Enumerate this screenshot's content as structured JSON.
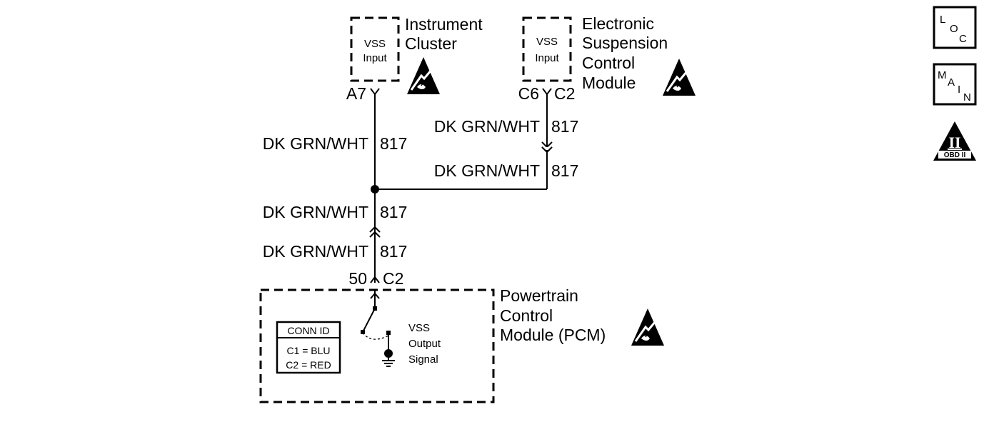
{
  "components": {
    "instrument_cluster": {
      "name_line1": "Instrument",
      "name_line2": "Cluster",
      "input_line1": "VSS",
      "input_line2": "Input"
    },
    "esc_module": {
      "name_line1": "Electronic",
      "name_line2": "Suspension",
      "name_line3": "Control",
      "name_line4": "Module",
      "input_line1": "VSS",
      "input_line2": "Input"
    },
    "pcm": {
      "name_line1": "Powertrain",
      "name_line2": "Control",
      "name_line3": "Module (PCM)",
      "output_line1": "VSS",
      "output_line2": "Output",
      "output_line3": "Signal"
    }
  },
  "connectors": {
    "cluster_pin": "A7",
    "esc_pin": "C6",
    "esc_conn": "C2",
    "pcm_pin": "50",
    "pcm_conn": "C2"
  },
  "wires": [
    {
      "color": "DK GRN/WHT",
      "circuit": "817"
    },
    {
      "color": "DK GRN/WHT",
      "circuit": "817"
    },
    {
      "color": "DK GRN/WHT",
      "circuit": "817"
    },
    {
      "color": "DK GRN/WHT",
      "circuit": "817"
    },
    {
      "color": "DK GRN/WHT",
      "circuit": "817"
    }
  ],
  "conn_id": {
    "title": "CONN ID",
    "c1": "C1 = BLU",
    "c2": "C2 = RED"
  },
  "side_icons": {
    "loc": [
      "L",
      "O",
      "C"
    ],
    "main": [
      "M",
      "A",
      "I",
      "N"
    ],
    "obd": {
      "numeral": "II",
      "text": "OBD II"
    }
  }
}
